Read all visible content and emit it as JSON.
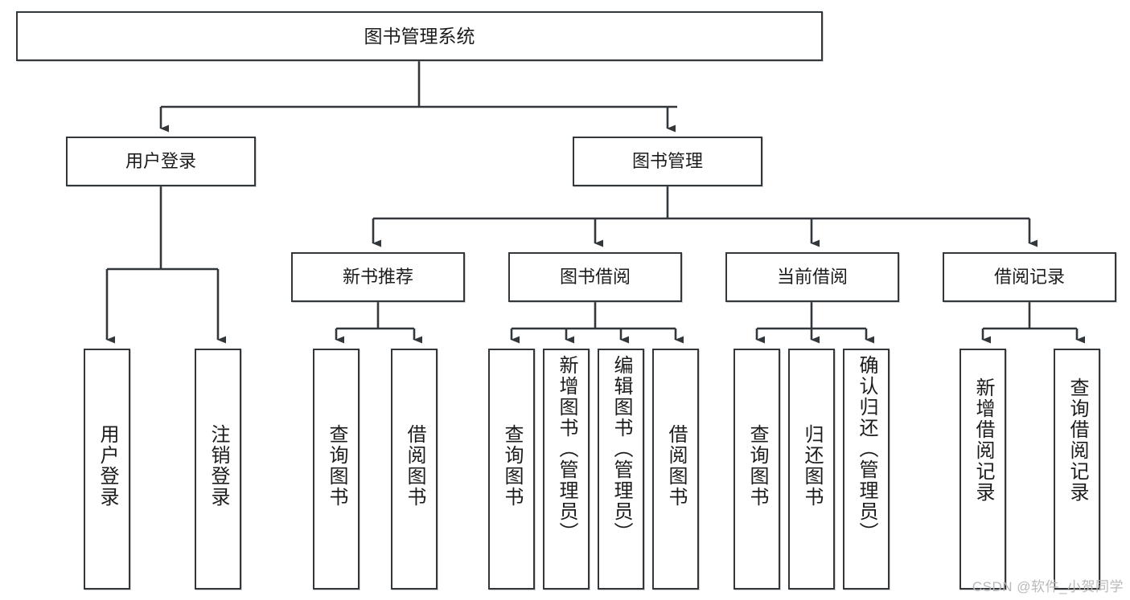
{
  "diagram": {
    "title": "图书管理系统",
    "type": "functional-structure-tree",
    "root": {
      "label": "图书管理系统"
    },
    "level2": [
      {
        "label": "用户登录"
      },
      {
        "label": "图书管理"
      }
    ],
    "level3": [
      {
        "label": "新书推荐"
      },
      {
        "label": "图书借阅"
      },
      {
        "label": "当前借阅"
      },
      {
        "label": "借阅记录"
      }
    ],
    "leaves": {
      "user_login": [
        {
          "label": "用户登录"
        },
        {
          "label": "注销登录"
        }
      ],
      "new_book_recommend": [
        {
          "label": "查询图书"
        },
        {
          "label": "借阅图书"
        }
      ],
      "book_borrow": [
        {
          "label": "查询图书"
        },
        {
          "label": "新增图书（管理员）"
        },
        {
          "label": "编辑图书（管理员）"
        },
        {
          "label": "借阅图书"
        }
      ],
      "current_borrow": [
        {
          "label": "查询图书"
        },
        {
          "label": "归还图书"
        },
        {
          "label": "确认归还（管理员）"
        }
      ],
      "borrow_record": [
        {
          "label": "新增借阅记录"
        },
        {
          "label": "查询借阅记录"
        }
      ]
    },
    "watermark": "CSDN @软件_小贺同学",
    "colors": {
      "stroke": "#32373b",
      "text": "#1c1c1c",
      "background": "#ffffff",
      "watermark": "#b9b9b9"
    }
  }
}
